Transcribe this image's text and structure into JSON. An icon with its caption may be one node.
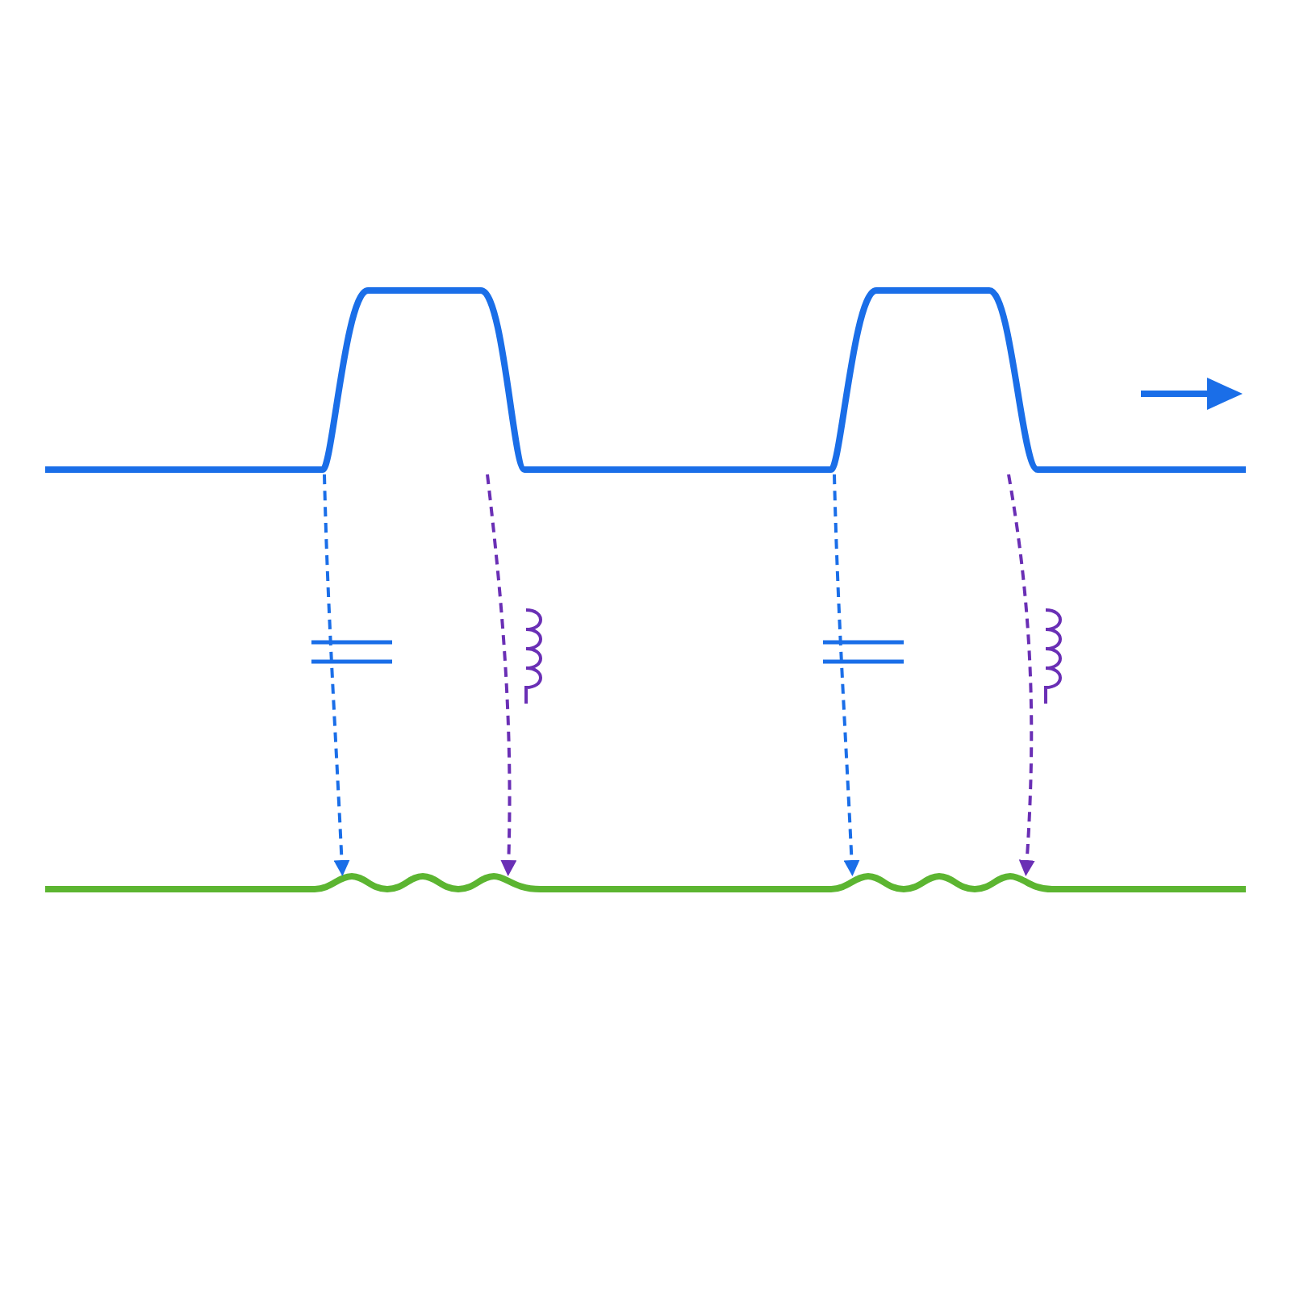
{
  "diagram": {
    "nodes": [
      {
        "text": [],
        "shape": "line"
      },
      {
        "text": [],
        "shape": "line"
      }
    ],
    "edges": [
      {
        "from": 0,
        "to": 1,
        "arrow": "to",
        "style": "dashed",
        "color": "#1a6ee8"
      },
      {
        "from": 0,
        "to": 1,
        "arrow": "to",
        "style": "dashed",
        "color": "#6a2fb5"
      },
      {
        "from": 0,
        "to": 1,
        "arrow": "to",
        "style": "dashed",
        "color": "#1a6ee8"
      },
      {
        "from": 0,
        "to": 1,
        "arrow": "to",
        "style": "dashed",
        "color": "#6a2fb5"
      }
    ]
  }
}
